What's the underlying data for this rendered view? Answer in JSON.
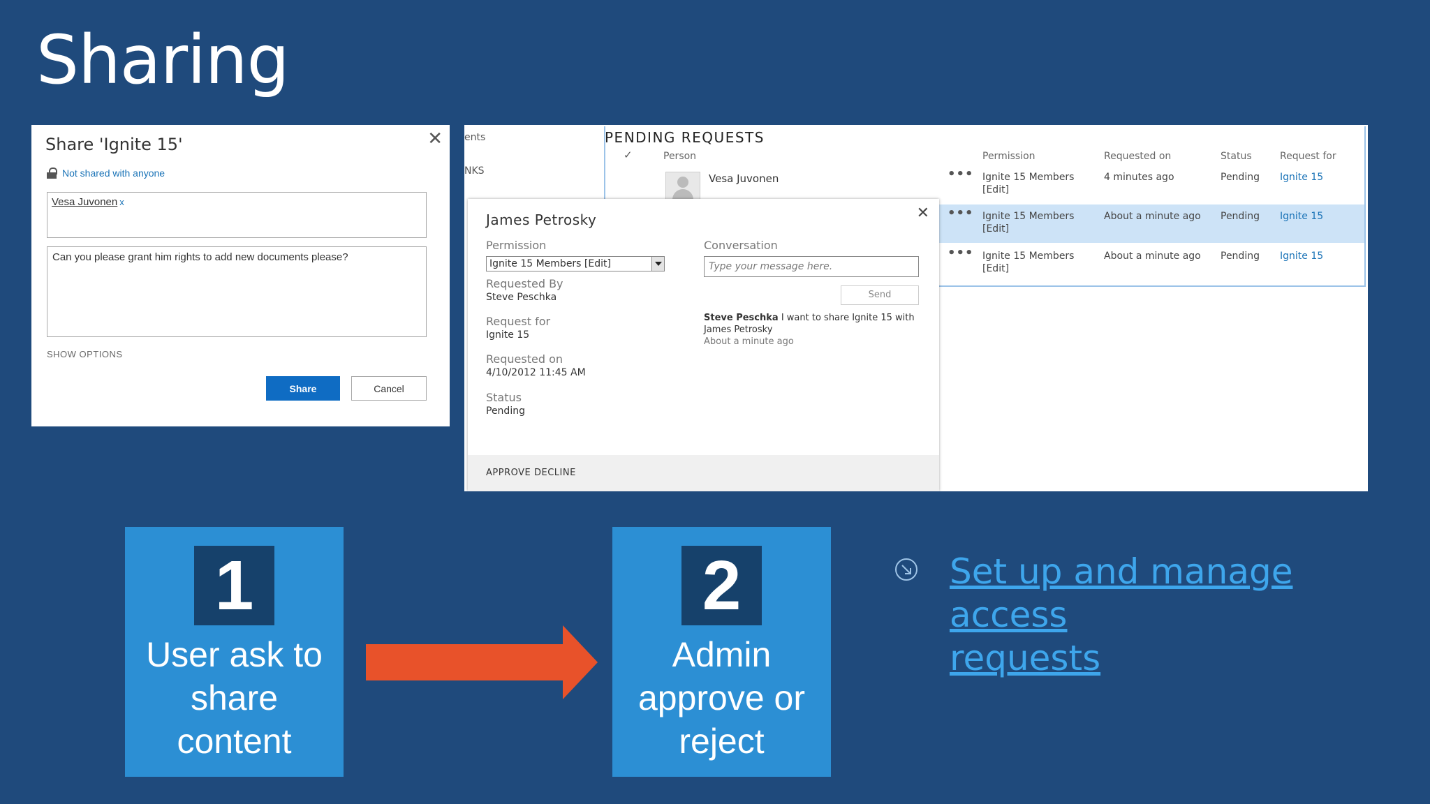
{
  "slide": {
    "title": "Sharing"
  },
  "share_dialog": {
    "title": "Share 'Ignite 15'",
    "close_glyph": "✕",
    "status_text": "Not shared with anyone",
    "person": "Vesa Juvonen",
    "remove_person": "x",
    "message": "Can you please grant him rights to add new documents please?",
    "show_options": "SHOW OPTIONS",
    "share_label": "Share",
    "cancel_label": "Cancel"
  },
  "requests_panel": {
    "nav_item_1": "ents",
    "nav_item_2": "NKS",
    "title": "PENDING REQUESTS",
    "check_glyph": "✓",
    "columns": {
      "person": "Person",
      "permission": "Permission",
      "requested_on": "Requested on",
      "status": "Status",
      "request_for": "Request for"
    },
    "rows": [
      {
        "person": "Vesa Juvonen",
        "permission_1": "Ignite 15 Members",
        "permission_2": "[Edit]",
        "requested_on": "4 minutes ago",
        "status": "Pending",
        "request_for": "Ignite 15"
      },
      {
        "permission_1": "Ignite 15 Members",
        "permission_2": "[Edit]",
        "requested_on": "About a minute ago",
        "status": "Pending",
        "request_for": "Ignite 15"
      },
      {
        "permission_1": "Ignite 15 Members",
        "permission_2": "[Edit]",
        "requested_on": "About a minute ago",
        "status": "Pending",
        "request_for": "Ignite 15"
      }
    ],
    "ellipsis": "•••"
  },
  "callout": {
    "name": "James Petrosky",
    "close_glyph": "✕",
    "permission_label": "Permission",
    "permission_value": "Ignite 15 Members [Edit]",
    "requested_by_label": "Requested By",
    "requested_by_value": "Steve Peschka",
    "request_for_label": "Request for",
    "request_for_value": "Ignite 15",
    "requested_on_label": "Requested on",
    "requested_on_value": "4/10/2012 11:45 AM",
    "status_label": "Status",
    "status_value": "Pending",
    "conversation_label": "Conversation",
    "message_placeholder": "Type your message here.",
    "send_label": "Send",
    "conv_author": "Steve Peschka",
    "conv_message": "I want to share Ignite 15 with James Petrosky",
    "conv_time": "About a minute ago",
    "approve_label": "APPROVE",
    "decline_label": "DECLINE"
  },
  "steps": [
    {
      "number": "1",
      "line_1": "User ask to",
      "line_2": "share",
      "line_3": "content"
    },
    {
      "number": "2",
      "line_1": "Admin",
      "line_2": "approve or",
      "line_3": "reject"
    }
  ],
  "link": {
    "line_1": "Set up and manage access",
    "line_2": "requests",
    "icon": "arrow-circle-icon"
  },
  "colors": {
    "background": "#1f4a7c",
    "step_box": "#2c8fd4",
    "step_number_bg": "#16416b",
    "arrow": "#e8522a",
    "link": "#3ea6ec",
    "share_button": "#0f6cc3"
  }
}
